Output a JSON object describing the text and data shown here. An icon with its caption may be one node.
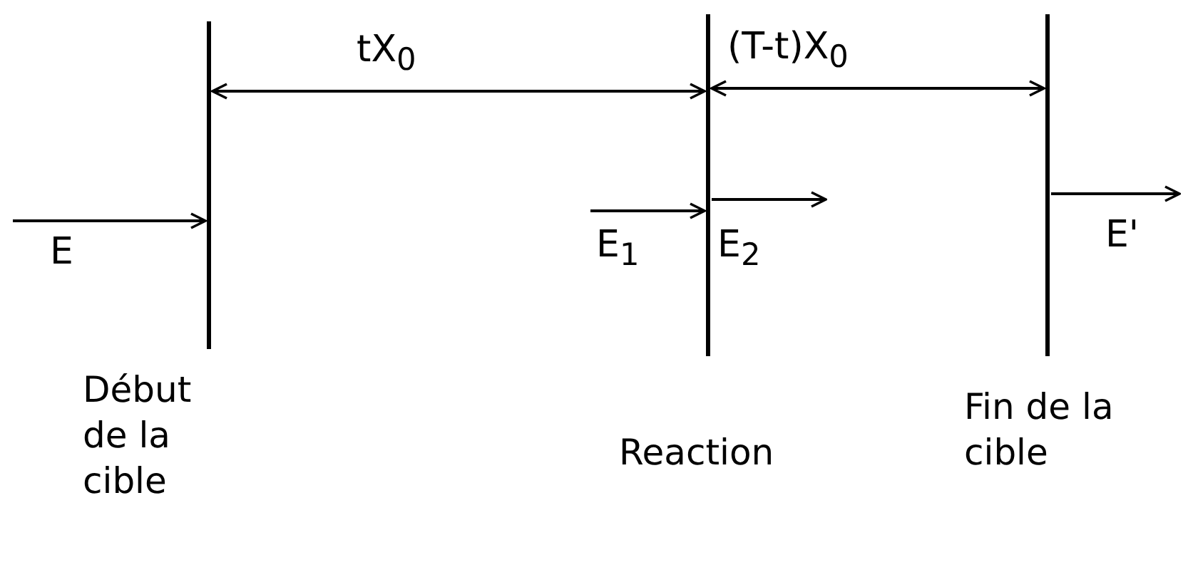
{
  "diagram": {
    "nodes": [
      {
        "text": [],
        "shape": "bar",
        "beside": [
          "Début de la cible"
        ]
      },
      {
        "text": [],
        "shape": "bar",
        "beside": [
          "Reaction"
        ]
      },
      {
        "text": [],
        "shape": "bar",
        "beside": [
          "Fin de la cible"
        ]
      }
    ],
    "edges": [
      {
        "from": null,
        "to": 0,
        "arrow": "to",
        "label": "E"
      },
      {
        "from": null,
        "to": 1,
        "arrow": "to",
        "label": "E$_{1}$"
      },
      {
        "from": 1,
        "to": null,
        "arrow": "to",
        "label": "E$_{2}$"
      },
      {
        "from": 2,
        "to": null,
        "arrow": "to",
        "label": "E'"
      },
      {
        "from": 0,
        "to": 1,
        "arrow": "both",
        "label": "tX$_{0}$"
      },
      {
        "from": 1,
        "to": 2,
        "arrow": "both",
        "label": "(T-t)X$_{0}$"
      }
    ]
  }
}
